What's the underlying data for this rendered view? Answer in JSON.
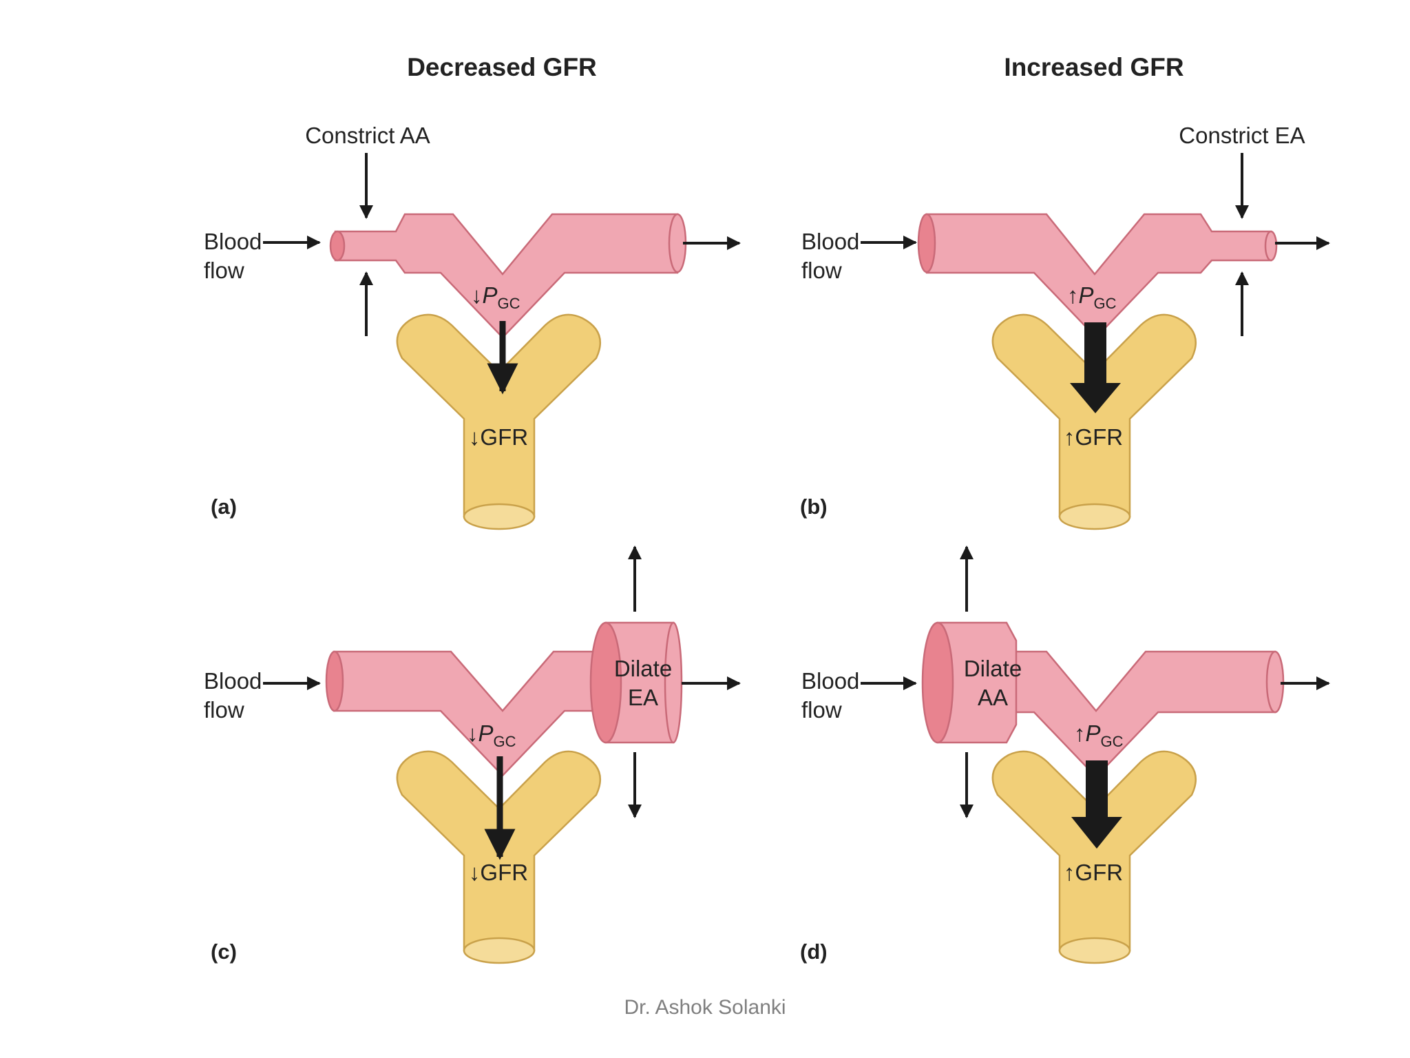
{
  "titles": {
    "left": "Decreased GFR",
    "right": "Increased GFR"
  },
  "panels": {
    "a": {
      "label": "(a)",
      "top_annotation": "Constrict AA",
      "inflow_line1": "Blood",
      "inflow_line2": "flow",
      "pgc_arrow": "↓",
      "pgc_letter": "P",
      "pgc_sub": "GC",
      "gfr": "↓GFR"
    },
    "b": {
      "label": "(b)",
      "top_annotation": "Constrict EA",
      "inflow_line1": "Blood",
      "inflow_line2": "flow",
      "pgc_arrow": "↑",
      "pgc_letter": "P",
      "pgc_sub": "GC",
      "gfr": "↑GFR"
    },
    "c": {
      "label": "(c)",
      "vessel_line1": "Dilate",
      "vessel_line2": "EA",
      "inflow_line1": "Blood",
      "inflow_line2": "flow",
      "pgc_arrow": "↓",
      "pgc_letter": "P",
      "pgc_sub": "GC",
      "gfr": "↓GFR"
    },
    "d": {
      "label": "(d)",
      "vessel_line1": "Dilate",
      "vessel_line2": "AA",
      "inflow_line1": "Blood",
      "inflow_line2": "flow",
      "pgc_arrow": "↑",
      "pgc_letter": "P",
      "pgc_sub": "GC",
      "gfr": "↑GFR"
    }
  },
  "footer": {
    "credit": "Dr. Ashok Solanki"
  },
  "colors": {
    "vessel": "#f0a7b2",
    "tubule": "#f1cf78",
    "arrow": "#1a1a1a"
  }
}
